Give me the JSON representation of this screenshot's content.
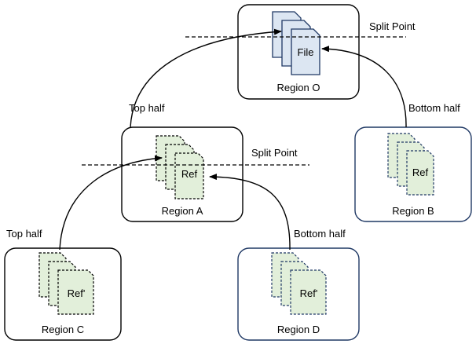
{
  "colors": {
    "box_border_black": "#000000",
    "box_border_navy": "#1f3864",
    "file_fill": "#dce6f2",
    "ref_fill": "#e2efda",
    "ref_border": "#000000",
    "ref_border_navy": "#1f3864",
    "arrow": "#000000",
    "split_line": "#000000"
  },
  "regions": {
    "o": {
      "label": "Region O",
      "doc_label": "File"
    },
    "a": {
      "label": "Region A",
      "doc_label": "Ref"
    },
    "b": {
      "label": "Region B",
      "doc_label": "Ref"
    },
    "c": {
      "label": "Region C",
      "doc_label": "Ref'"
    },
    "d": {
      "label": "Region D",
      "doc_label": "Ref'"
    }
  },
  "split_points": {
    "top": "Split Point",
    "middle": "Split Point"
  },
  "edges": {
    "a_to_o": "Top half",
    "b_to_o": "Bottom half",
    "c_to_a": "Top half",
    "d_to_a": "Bottom half"
  }
}
